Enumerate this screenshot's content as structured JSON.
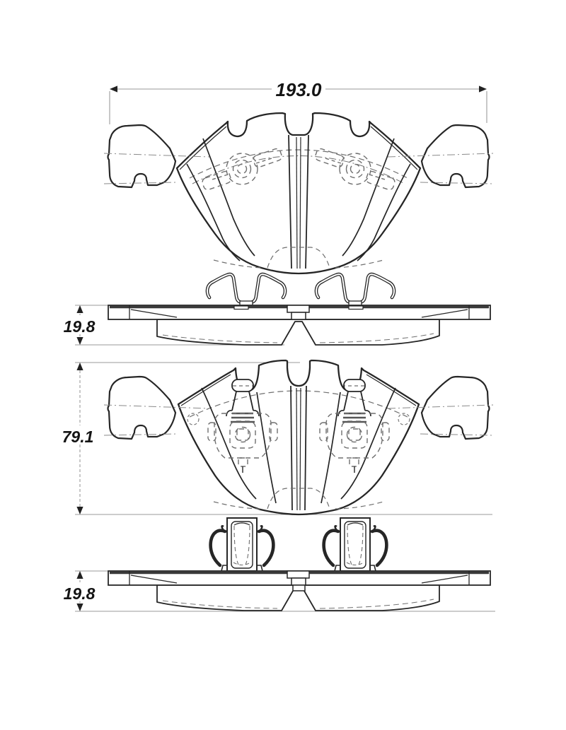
{
  "figure": {
    "type": "technical-line-drawing",
    "subject": "disc brake pad set — front views, edge views, abutment clips and wear-sensor hardware",
    "views": [
      "outer pad front view with hidden rivet bosses",
      "two wire abutment spring clips",
      "pad edge (thickness) view with backing plate and friction material",
      "inner pad front view with wear-sensor connectors (hidden lines)",
      "pad edge view with sensor towers and spring blades"
    ]
  },
  "dimensions": {
    "overall_width": {
      "label": "193.0"
    },
    "thickness_upper": {
      "label": "19.8"
    },
    "pad_height": {
      "label": "79.1"
    },
    "thickness_lower": {
      "label": "19.8"
    }
  },
  "colors": {
    "background": "#ffffff",
    "outline": "#262626",
    "hidden_line": "#6f6f6f",
    "dim_line": "#9a9a9a",
    "text": "#141414"
  }
}
